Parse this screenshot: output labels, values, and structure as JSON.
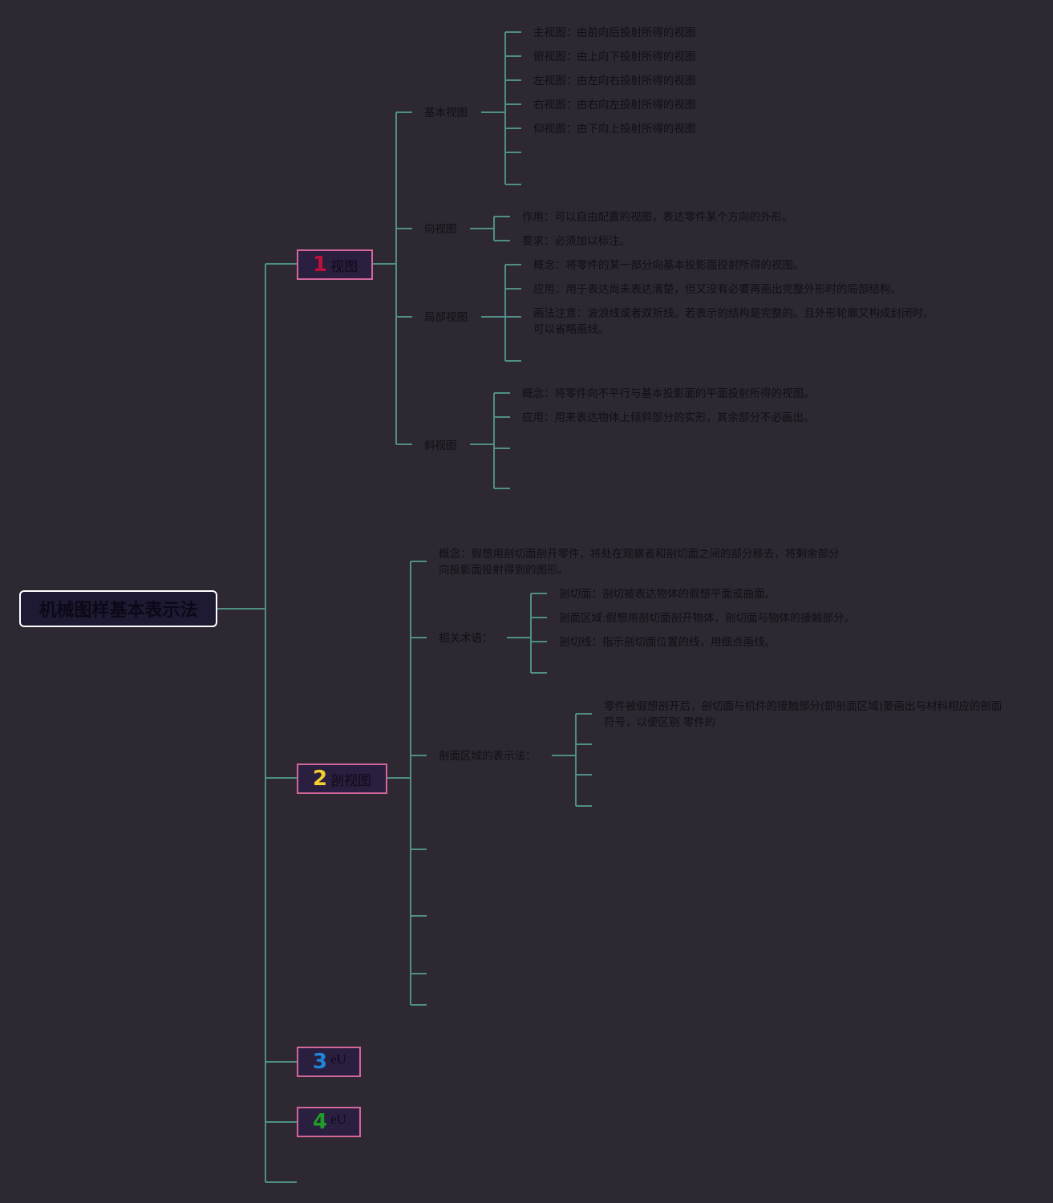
{
  "root": {
    "label": "机械图样基本表示法"
  },
  "topics": [
    {
      "number": "1",
      "label": "视图",
      "number_color": "#c0113a"
    },
    {
      "number": "2",
      "label": "剖视图",
      "number_color": "#f5cf2c"
    },
    {
      "number": "3",
      "label": "eU",
      "number_color": "#1f86d8"
    },
    {
      "number": "4",
      "label": "eU",
      "number_color": "#1f9b2a"
    }
  ],
  "view": {
    "basic": {
      "label": "基本视图",
      "items": [
        "主视图：由前向后投射所得的视图",
        "俯视图：由上向下投射所得的视图",
        "左视图：由左向右投射所得的视图",
        "右视图：由右向左投射所得的视图",
        "仰视图：由下向上投射所得的视图"
      ]
    },
    "directional": {
      "label": "向视图",
      "items": [
        "作用：可以自由配置的视图，表达零件某个方向的外形。",
        "要求：必须加以标注。"
      ]
    },
    "partial": {
      "label": "局部视图",
      "items": [
        "概念：将零件的某一部分向基本投影面投射所得的视图。",
        "应用：用于表达尚未表达清楚，但又没有必要再画出完整外形时的局部结构。",
        "画法注意：波浪线或者双折线。若表示的结构是完整的。且外形轮廓又构成封闭时。可以省略画线。"
      ]
    },
    "oblique": {
      "label": "斜视图",
      "items": [
        "概念：将零件向不平行与基本投影面的平面投射所得的视图。",
        "应用：用来表达物体上倾斜部分的实形，其余部分不必画出。"
      ]
    }
  },
  "section": {
    "concept": "概念：假想用剖切面剖开零件，将处在观察者和剖切面之间的部分移去，将剩余部分向投影面投射得到的图形。",
    "terms": {
      "label": "相关术语：",
      "items": [
        "剖切面：剖切被表达物体的假想平面或曲面。",
        "剖面区域:假想用剖切面剖开物体，剖切面与物体的接触部分。",
        "剖切线：指示剖切面位置的线，用细点画线。"
      ]
    },
    "area": {
      "label": "剖面区域的表示法：",
      "items": [
        "零件被假想剖开后，剖切面与机件的接触部分(即剖面区域)要画出与材料相应的剖面符号，以便区别 零件的"
      ]
    }
  },
  "colors": {
    "background": "#2d2831",
    "line": "#4f8f87",
    "topic_border": "#d3679c",
    "root_border": "#ffffff"
  }
}
